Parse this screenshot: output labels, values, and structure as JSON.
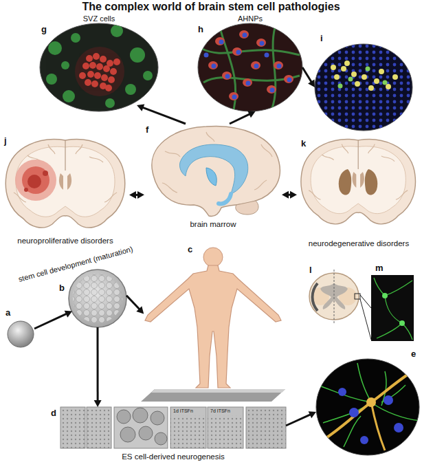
{
  "diagram": {
    "title": "The complex world of brain stem cell pathologies",
    "nodes": [
      {
        "text": [
          "SVZ cells",
          "g"
        ]
      },
      {
        "text": [
          "AHNPs",
          "h"
        ]
      },
      {
        "text": [
          "i"
        ]
      },
      {
        "text": [
          "j",
          "neuroproliferative disorders"
        ]
      },
      {
        "text": [
          "f",
          "brain marrow"
        ]
      },
      {
        "text": [
          "k",
          "neurodegenerative disorders"
        ]
      },
      {
        "text": [
          "c"
        ]
      },
      {
        "text": [
          "l"
        ]
      },
      {
        "text": [
          "m"
        ]
      },
      {
        "text": [
          "a"
        ]
      },
      {
        "text": [
          "b"
        ]
      },
      {
        "text": [
          "e"
        ]
      },
      {
        "text": [
          "d",
          "ES cell-derived neurogenesis"
        ]
      }
    ],
    "edges": [
      {
        "from": 4,
        "to": 0,
        "arrow": "to"
      },
      {
        "from": 4,
        "to": 1,
        "arrow": "to"
      },
      {
        "from": 1,
        "to": 2,
        "arrow": "to"
      },
      {
        "from": 3,
        "to": 4,
        "arrow": "both"
      },
      {
        "from": 4,
        "to": 5,
        "arrow": "both"
      },
      {
        "from": 7,
        "to": 8,
        "arrow": "none"
      },
      {
        "from": 9,
        "to": 10,
        "arrow": "to"
      },
      {
        "from": 10,
        "to": 6,
        "arrow": "to"
      },
      {
        "from": 10,
        "to": 12,
        "arrow": "to"
      },
      {
        "from": 12,
        "to": 11,
        "arrow": "to"
      }
    ],
    "labels": [
      "stem cell development (maturation)",
      "1d ITSFn",
      "7d ITSFn"
    ]
  }
}
